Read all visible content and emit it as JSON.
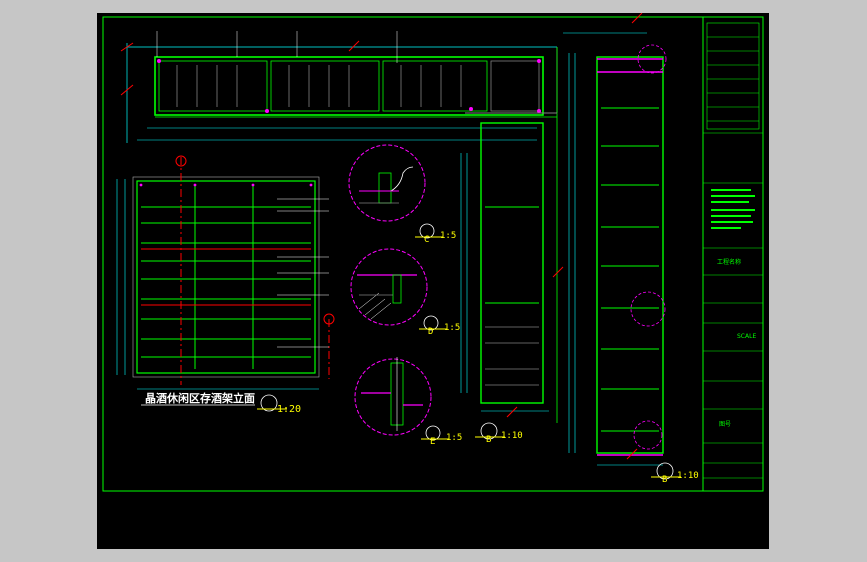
{
  "drawing": {
    "main_title": "晶酒休闲区存酒架立面",
    "main_scale": "1:20",
    "details": [
      {
        "label": "C",
        "scale": "1:5"
      },
      {
        "label": "D",
        "scale": "1:5"
      },
      {
        "label": "E",
        "scale": "1:5"
      }
    ],
    "sections": [
      {
        "label": "B",
        "scale": "1:10"
      },
      {
        "label": "B",
        "scale": "1:10"
      }
    ],
    "title_block": {
      "project_field": "工程名称",
      "scale_value": "SCALE",
      "drawing_no": "图号"
    }
  },
  "colors": {
    "background": "#000000",
    "frame": "#00ff00",
    "cabinet": "#00ff00",
    "dimension": "#00ffff",
    "detail": "#ff00ff",
    "label": "#ffff00",
    "cut_line": "#ff0000"
  }
}
